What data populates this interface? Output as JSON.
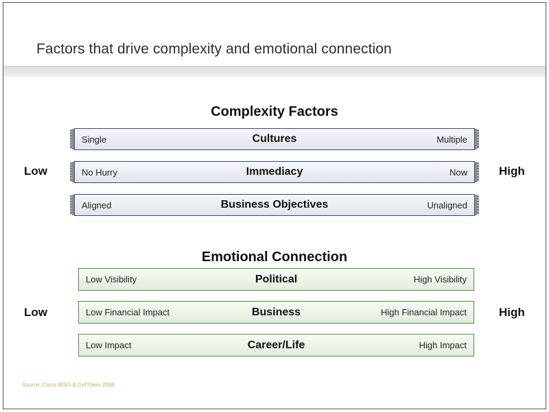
{
  "slide": {
    "title": "Factors that drive complexity and emotional connection",
    "source": "Source: Cisco IBSG & GetThere 2008"
  },
  "complexity": {
    "heading": "Complexity Factors",
    "low_label": "Low",
    "high_label": "High",
    "bars": [
      {
        "left": "Single",
        "center": "Cultures",
        "right": "Multiple"
      },
      {
        "left": "No Hurry",
        "center": "Immediacy",
        "right": "Now"
      },
      {
        "left": "Aligned",
        "center": "Business Objectives",
        "right": "Unaligned"
      }
    ]
  },
  "emotional": {
    "heading": "Emotional Connection",
    "low_label": "Low",
    "high_label": "High",
    "bars": [
      {
        "left": "Low Visibility",
        "center": "Political",
        "right": "High Visibility"
      },
      {
        "left": "Low Financial Impact",
        "center": "Business",
        "right": "High Financial Impact"
      },
      {
        "left": "Low Impact",
        "center": "Career/Life",
        "right": "High Impact"
      }
    ]
  },
  "colors": {
    "complexity_border": "#2c4a86",
    "emotional_border": "#4d8d3f",
    "source_text": "#c9a86a"
  }
}
